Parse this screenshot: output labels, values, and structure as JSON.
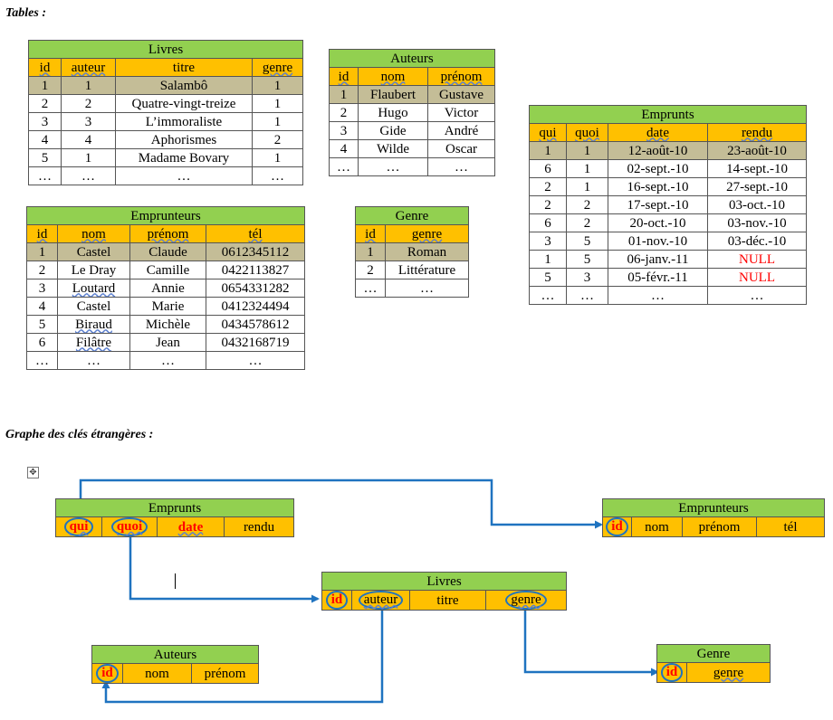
{
  "headings": {
    "tables": "Tables :",
    "graph": "Graphe des clés étrangères :"
  },
  "livres": {
    "title": "Livres",
    "headers": [
      "id",
      "auteur",
      "titre",
      "genre"
    ],
    "rows": [
      [
        "1",
        "1",
        "Salambô",
        "1"
      ],
      [
        "2",
        "2",
        "Quatre-vingt-treize",
        "1"
      ],
      [
        "3",
        "3",
        "L’immoraliste",
        "1"
      ],
      [
        "4",
        "4",
        "Aphorismes",
        "2"
      ],
      [
        "5",
        "1",
        "Madame Bovary",
        "1"
      ],
      [
        "…",
        "…",
        "…",
        "…"
      ]
    ]
  },
  "auteurs": {
    "title": "Auteurs",
    "headers": [
      "id",
      "nom",
      "prénom"
    ],
    "rows": [
      [
        "1",
        "Flaubert",
        "Gustave"
      ],
      [
        "2",
        "Hugo",
        "Victor"
      ],
      [
        "3",
        "Gide",
        "André"
      ],
      [
        "4",
        "Wilde",
        "Oscar"
      ],
      [
        "…",
        "…",
        "…"
      ]
    ]
  },
  "emprunts": {
    "title": "Emprunts",
    "headers": [
      "qui",
      "quoi",
      "date",
      "rendu"
    ],
    "rows": [
      [
        "1",
        "1",
        "12-août-10",
        "23-août-10"
      ],
      [
        "6",
        "1",
        "02-sept.-10",
        "14-sept.-10"
      ],
      [
        "2",
        "1",
        "16-sept.-10",
        "27-sept.-10"
      ],
      [
        "2",
        "2",
        "17-sept.-10",
        "03-oct.-10"
      ],
      [
        "6",
        "2",
        "20-oct.-10",
        "03-nov.-10"
      ],
      [
        "3",
        "5",
        "01-nov.-10",
        "03-déc.-10"
      ],
      [
        "1",
        "5",
        "06-janv.-11",
        "NULL"
      ],
      [
        "5",
        "3",
        "05-févr.-11",
        "NULL"
      ],
      [
        "…",
        "…",
        "…",
        "…"
      ]
    ]
  },
  "emprunteurs": {
    "title": "Emprunteurs",
    "headers": [
      "id",
      "nom",
      "prénom",
      "tél"
    ],
    "rows": [
      [
        "1",
        "Castel",
        "Claude",
        "0612345112"
      ],
      [
        "2",
        "Le Dray",
        "Camille",
        "0422113827"
      ],
      [
        "3",
        "Loutard",
        "Annie",
        "0654331282"
      ],
      [
        "4",
        "Castel",
        "Marie",
        "0412324494"
      ],
      [
        "5",
        "Biraud",
        "Michèle",
        "0434578612"
      ],
      [
        "6",
        "Filâtre",
        "Jean",
        "0432168719"
      ],
      [
        "…",
        "…",
        "…",
        "…"
      ]
    ]
  },
  "genre": {
    "title": "Genre",
    "headers": [
      "id",
      "genre"
    ],
    "rows": [
      [
        "1",
        "Roman"
      ],
      [
        "2",
        "Littérature"
      ],
      [
        "…",
        "…"
      ]
    ]
  },
  "graph": {
    "emprunts": {
      "title": "Emprunts",
      "fields": [
        "qui",
        "quoi",
        "date",
        "rendu"
      ]
    },
    "emprunteurs": {
      "title": "Emprunteurs",
      "fields": [
        "id",
        "nom",
        "prénom",
        "tél"
      ]
    },
    "livres": {
      "title": "Livres",
      "fields": [
        "id",
        "auteur",
        "titre",
        "genre"
      ]
    },
    "auteurs": {
      "title": "Auteurs",
      "fields": [
        "id",
        "nom",
        "prénom"
      ]
    },
    "genre": {
      "title": "Genre",
      "fields": [
        "id",
        "genre"
      ]
    }
  },
  "colors": {
    "title_bg": "#92d050",
    "header_bg": "#ffc000",
    "highlight_row": "#c4bd97",
    "arrow": "#1f73c0",
    "key_text": "#ff0000"
  }
}
